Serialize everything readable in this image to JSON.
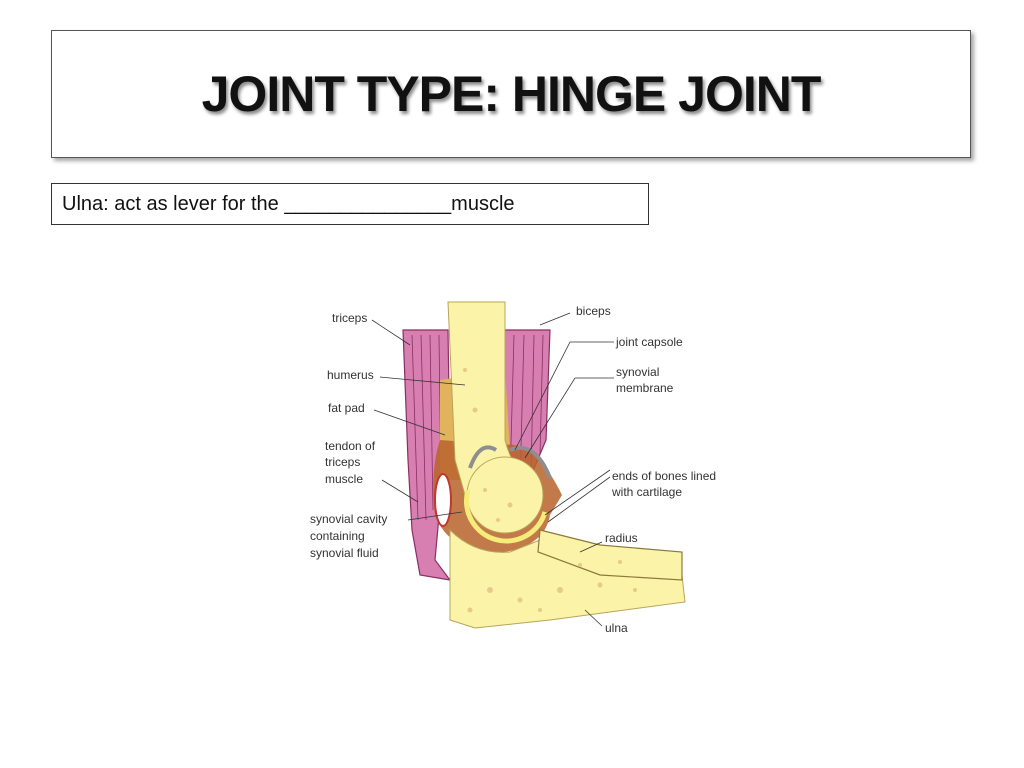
{
  "slide": {
    "title": "JOINT TYPE: HINGE JOINT",
    "question": "Ulna: act as lever for the _______________muscle"
  },
  "diagram": {
    "labels": {
      "triceps": "triceps",
      "humerus": "humerus",
      "fat_pad": "fat pad",
      "tendon_line1": "tendon of",
      "tendon_line2": "triceps",
      "tendon_line3": "muscle",
      "cavity_line1": "synovial cavity",
      "cavity_line2": "containing",
      "cavity_line3": "synovial fluid",
      "biceps": "biceps",
      "joint_capsule": "joint capsole",
      "membrane_line1": "synovial",
      "membrane_line2": "membrane",
      "cartilage_line1": "ends of bones lined",
      "cartilage_line2": "with cartilage",
      "radius": "radius",
      "ulna": "ulna"
    },
    "colors": {
      "muscle": "#d77fb0",
      "muscle_line": "#8a2f63",
      "bone": "#fbf3a8",
      "bone_spot": "#e8c98a",
      "fat": "#e0b35c",
      "capsule": "#b9632c",
      "membrane": "#8e8e8e",
      "cartilage": "#f6ec7a"
    }
  }
}
